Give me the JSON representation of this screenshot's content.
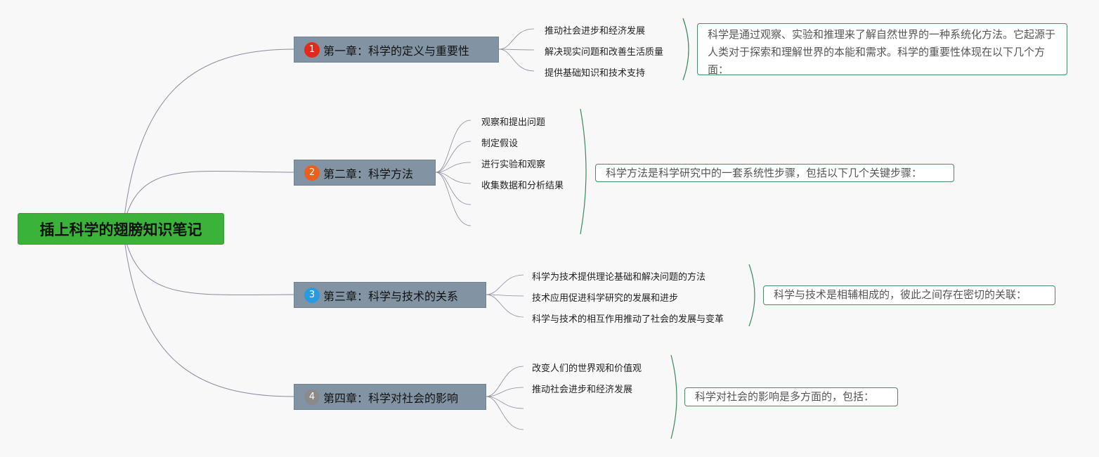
{
  "root": {
    "title": "插上科学的翅膀知识笔记"
  },
  "chapters": [
    {
      "number": "1",
      "badge_color": "#e02a1c",
      "title": "第一章：科学的定义与重要性",
      "items": [
        "推动社会进步和经济发展",
        "解决现实问题和改善生活质量",
        "提供基础知识和技术支持"
      ],
      "note": "科学是通过观察、实验和推理来了解自然世界的一种系统化方法。它起源于人类对于探索和理解世界的本能和需求。科学的重要性体现在以下几个方面："
    },
    {
      "number": "2",
      "badge_color": "#e8601c",
      "title": "第二章：科学方法",
      "items": [
        "观察和提出问题",
        "制定假设",
        "进行实验和观察",
        "收集数据和分析结果",
        "",
        ""
      ],
      "note": "科学方法是科学研究中的一套系统性步骤，包括以下几个关键步骤："
    },
    {
      "number": "3",
      "badge_color": "#2a9be0",
      "title": "第三章：科学与技术的关系",
      "items": [
        "科学为技术提供理论基础和解决问题的方法",
        "技术应用促进科学研究的发展和进步",
        "科学与技术的相互作用推动了社会的发展与变革"
      ],
      "note": "科学与技术是相辅相成的，彼此之间存在密切的关联："
    },
    {
      "number": "4",
      "badge_color": "#8a8a8a",
      "title": "第四章：科学对社会的影响",
      "items": [
        "改变人们的世界观和价值观",
        "推动社会进步和经济发展",
        "",
        ""
      ],
      "note": "科学对社会的影响是多方面的，包括："
    }
  ],
  "colors": {
    "root_fill": "#3bb33a",
    "chapter_fill": "#8294a4",
    "connector": "#8a8aa0",
    "brace": "#3a8a5a"
  }
}
